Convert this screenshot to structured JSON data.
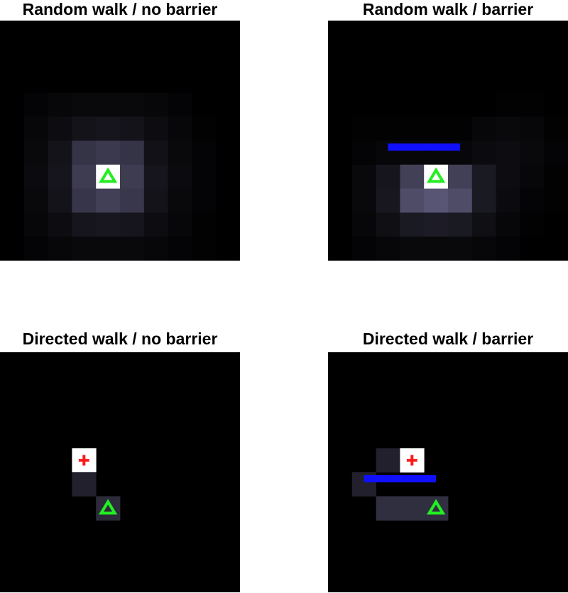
{
  "grid": {
    "rows": 10,
    "cols": 10
  },
  "colors": {
    "background": "#000000",
    "cell_tint": [
      176,
      170,
      232
    ],
    "highlight_cell": "#ffffff",
    "start_marker": "#22ee22",
    "goal_marker": "#ff1a1a",
    "barrier": "#1010ff"
  },
  "panels": [
    {
      "id": "tl",
      "title": "Random walk / no barrier",
      "intensity": [
        [
          0,
          0,
          0,
          0,
          0,
          0,
          0,
          0,
          0,
          0
        ],
        [
          0,
          0,
          0,
          0,
          0,
          0,
          0,
          0,
          0,
          0
        ],
        [
          0,
          0,
          0,
          0,
          0,
          0,
          0,
          0,
          0,
          0
        ],
        [
          0,
          0.02,
          0.03,
          0.04,
          0.04,
          0.04,
          0.03,
          0.02,
          0,
          0
        ],
        [
          0,
          0.03,
          0.06,
          0.09,
          0.1,
          0.09,
          0.06,
          0.03,
          0.01,
          0
        ],
        [
          0,
          0.04,
          0.09,
          0.24,
          0.27,
          0.24,
          0.08,
          0.04,
          0.02,
          0
        ],
        [
          0,
          0.05,
          0.1,
          0.28,
          1.0,
          0.28,
          0.1,
          0.05,
          0.02,
          0
        ],
        [
          0,
          0.04,
          0.09,
          0.25,
          0.3,
          0.26,
          0.09,
          0.04,
          0.02,
          0
        ],
        [
          0,
          0.03,
          0.06,
          0.1,
          0.11,
          0.1,
          0.06,
          0.03,
          0.01,
          0
        ],
        [
          0,
          0.02,
          0.03,
          0.04,
          0.04,
          0.04,
          0.03,
          0.02,
          0.01,
          0
        ]
      ],
      "start": [
        4,
        6
      ],
      "goal": null,
      "barrier": null
    },
    {
      "id": "tr",
      "title": "Random walk / barrier",
      "intensity": [
        [
          0,
          0,
          0,
          0,
          0,
          0,
          0,
          0,
          0,
          0
        ],
        [
          0,
          0,
          0,
          0,
          0,
          0,
          0,
          0,
          0,
          0
        ],
        [
          0,
          0,
          0,
          0,
          0,
          0,
          0,
          0,
          0,
          0
        ],
        [
          0,
          0,
          0,
          0,
          0,
          0,
          0,
          0.01,
          0.01,
          0
        ],
        [
          0,
          0.01,
          0.01,
          0.01,
          0.01,
          0.01,
          0.03,
          0.04,
          0.03,
          0.01
        ],
        [
          0,
          0.02,
          0.03,
          0.03,
          0.03,
          0.03,
          0.05,
          0.06,
          0.04,
          0.02
        ],
        [
          0,
          0.04,
          0.1,
          0.3,
          1.0,
          0.3,
          0.12,
          0.06,
          0.03,
          0.01
        ],
        [
          0,
          0.04,
          0.11,
          0.36,
          0.4,
          0.36,
          0.12,
          0.05,
          0.02,
          0.01
        ],
        [
          0,
          0.03,
          0.07,
          0.12,
          0.13,
          0.12,
          0.07,
          0.03,
          0.01,
          0
        ],
        [
          0,
          0.02,
          0.03,
          0.04,
          0.04,
          0.04,
          0.03,
          0.02,
          0,
          0
        ]
      ],
      "start": [
        4,
        6
      ],
      "goal": null,
      "barrier": {
        "row": 5,
        "col_start": 2.5,
        "col_end": 5.5
      }
    },
    {
      "id": "bl",
      "title": "Directed walk / no barrier",
      "intensity": [
        [
          0,
          0,
          0,
          0,
          0,
          0,
          0,
          0,
          0,
          0
        ],
        [
          0,
          0,
          0,
          0,
          0,
          0,
          0,
          0,
          0,
          0
        ],
        [
          0,
          0,
          0,
          0,
          0,
          0,
          0,
          0,
          0,
          0
        ],
        [
          0,
          0,
          0,
          0,
          0,
          0,
          0,
          0,
          0,
          0
        ],
        [
          0,
          0,
          0,
          1.0,
          0,
          0,
          0,
          0,
          0,
          0
        ],
        [
          0,
          0,
          0,
          0.15,
          0,
          0,
          0,
          0,
          0,
          0
        ],
        [
          0,
          0,
          0,
          0,
          0.2,
          0,
          0,
          0,
          0,
          0
        ],
        [
          0,
          0,
          0,
          0,
          0,
          0,
          0,
          0,
          0,
          0
        ],
        [
          0,
          0,
          0,
          0,
          0,
          0,
          0,
          0,
          0,
          0
        ],
        [
          0,
          0,
          0,
          0,
          0,
          0,
          0,
          0,
          0,
          0
        ]
      ],
      "start": [
        4,
        6
      ],
      "goal": [
        3,
        4
      ],
      "barrier": null
    },
    {
      "id": "br",
      "title": "Directed walk / barrier",
      "intensity": [
        [
          0,
          0,
          0,
          0,
          0,
          0,
          0,
          0,
          0,
          0
        ],
        [
          0,
          0,
          0,
          0,
          0,
          0,
          0,
          0,
          0,
          0
        ],
        [
          0,
          0,
          0,
          0,
          0,
          0,
          0,
          0,
          0,
          0
        ],
        [
          0,
          0,
          0,
          0,
          0,
          0,
          0,
          0,
          0,
          0
        ],
        [
          0,
          0,
          0.15,
          1.0,
          0,
          0,
          0,
          0,
          0,
          0
        ],
        [
          0,
          0.15,
          0,
          0,
          0,
          0,
          0,
          0,
          0,
          0
        ],
        [
          0,
          0,
          0.22,
          0.22,
          0.22,
          0,
          0,
          0,
          0,
          0
        ],
        [
          0,
          0,
          0,
          0,
          0,
          0,
          0,
          0,
          0,
          0
        ],
        [
          0,
          0,
          0,
          0,
          0,
          0,
          0,
          0,
          0,
          0
        ],
        [
          0,
          0,
          0,
          0,
          0,
          0,
          0,
          0,
          0,
          0
        ]
      ],
      "start": [
        4,
        6
      ],
      "goal": [
        3,
        4
      ],
      "barrier": {
        "row": 5,
        "col_start": 1.5,
        "col_end": 4.5
      }
    }
  ]
}
